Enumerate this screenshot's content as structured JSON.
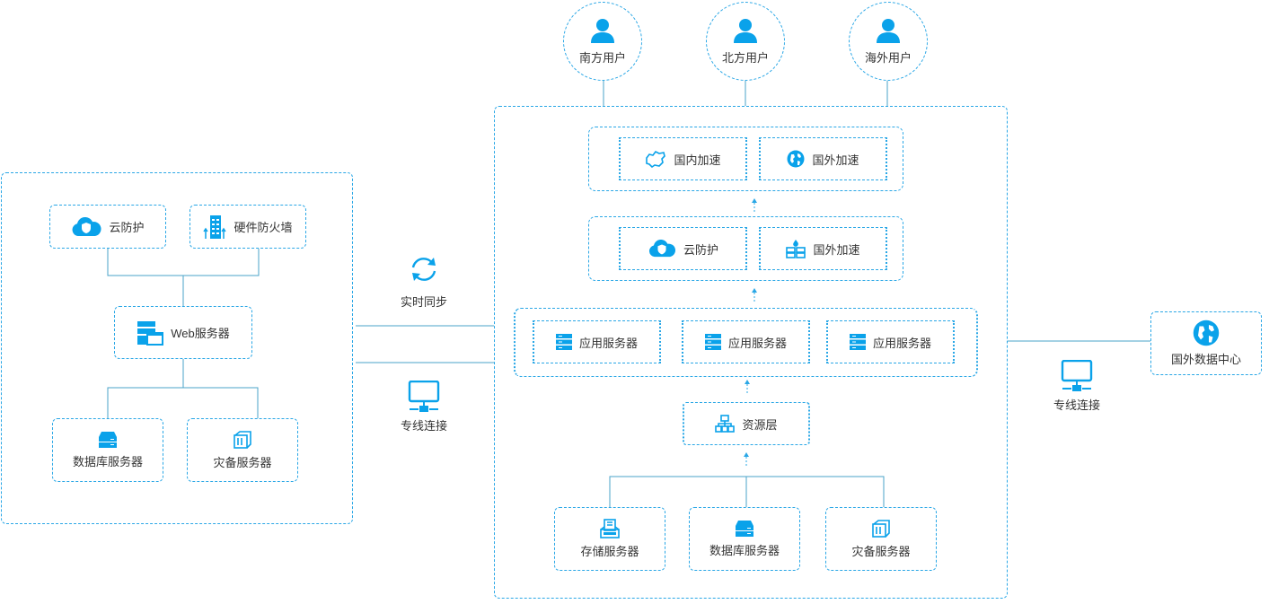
{
  "colors": {
    "accent": "#2aa7e6",
    "icon": "#0aa2ea",
    "line": "#4aa3c8",
    "text": "#333333"
  },
  "left": {
    "cloud_protect": {
      "label": "云防护",
      "icon": "cloud-shield-icon"
    },
    "hw_firewall": {
      "label": "硬件防火墙",
      "icon": "firewall-icon"
    },
    "web_server": {
      "label": "Web服务器",
      "icon": "web-server-icon"
    },
    "db_server": {
      "label": "数据库服务器",
      "icon": "database-icon"
    },
    "dr_server": {
      "label": "灾备服务器",
      "icon": "backup-icon"
    }
  },
  "middle": {
    "sync": {
      "label": "实时同步",
      "icon": "sync-icon"
    },
    "dedicated": {
      "label": "专线连接",
      "icon": "monitor-network-icon"
    }
  },
  "users": [
    {
      "label": "南方用户",
      "icon": "user-icon"
    },
    {
      "label": "北方用户",
      "icon": "user-icon"
    },
    {
      "label": "海外用户",
      "icon": "user-icon"
    }
  ],
  "right": {
    "accel_row": [
      {
        "label": "国内加速",
        "icon": "china-map-icon"
      },
      {
        "label": "国外加速",
        "icon": "globe-icon"
      }
    ],
    "security_row": [
      {
        "label": "云防护",
        "icon": "cloud-shield-icon"
      },
      {
        "label": "国外加速",
        "icon": "firewall-icon"
      }
    ],
    "app_row": [
      {
        "label": "应用服务器",
        "icon": "server-icon"
      },
      {
        "label": "应用服务器",
        "icon": "server-icon"
      },
      {
        "label": "应用服务器",
        "icon": "server-icon"
      }
    ],
    "resource": {
      "label": "资源层",
      "icon": "org-tree-icon"
    },
    "bottom_row": [
      {
        "label": "存储服务器",
        "icon": "storage-icon"
      },
      {
        "label": "数据库服务器",
        "icon": "database-icon"
      },
      {
        "label": "灾备服务器",
        "icon": "backup-icon"
      }
    ]
  },
  "far_right": {
    "dedicated": {
      "label": "专线连接",
      "icon": "monitor-network-icon"
    },
    "overseas_dc": {
      "label": "国外数据中心",
      "icon": "globe-icon"
    }
  }
}
